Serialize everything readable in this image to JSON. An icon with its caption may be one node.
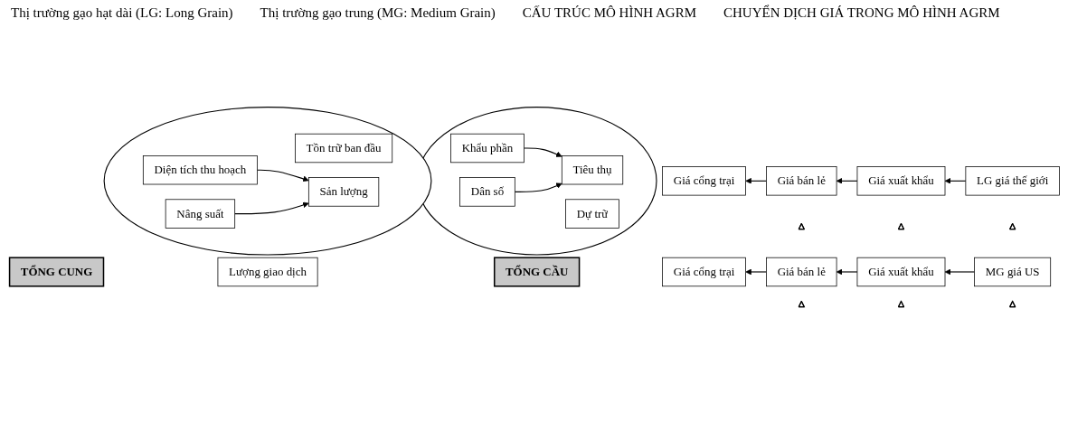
{
  "diagram": {
    "nodes": [
      {
        "text": [],
        "shape": "circle"
      },
      {
        "text": [
          "Tồn trữ ban đầu"
        ],
        "in": 0
      },
      {
        "text": [
          "Diện tích thu hoạch"
        ],
        "in": 0
      },
      {
        "text": [
          "Nâng suất"
        ],
        "in": 0
      },
      {
        "text": [
          "Sản lượng"
        ],
        "in": 0
      },
      {
        "text": [],
        "shape": "circle"
      },
      {
        "text": [
          "Khẩu phần"
        ],
        "in": 5
      },
      {
        "text": [
          "Tiêu thụ"
        ],
        "in": 5
      },
      {
        "text": [
          "Dự trữ"
        ],
        "in": 5
      },
      {
        "text": [
          "Dân số"
        ],
        "in": 5
      },
      {
        "text": [
          "Lượng giao dịch"
        ]
      },
      {
        "text": [
          "TỔNG CUNG"
        ]
      },
      {
        "text": [
          "TỔNG CẦU"
        ]
      },
      {
        "text": [
          "Giá cổng trại"
        ]
      },
      {
        "text": [
          "Giá bán lẻ"
        ]
      },
      {
        "text": [
          "Giá xuất khẩu"
        ]
      },
      {
        "text": [
          "LG giá thế giới"
        ]
      },
      {
        "text": [],
        "shape": "triangle"
      },
      {
        "text": [],
        "shape": "triangle"
      },
      {
        "text": [],
        "shape": "triangle"
      },
      {
        "text": [
          "Giá cổng trại"
        ]
      },
      {
        "text": [
          "Giá bán lẻ"
        ]
      },
      {
        "text": [
          "Giá xuất khẩu"
        ]
      },
      {
        "text": [
          "MG giá US"
        ]
      },
      {
        "text": [],
        "shape": "triangle"
      },
      {
        "text": [],
        "shape": "triangle"
      },
      {
        "text": [],
        "shape": "triangle"
      }
    ],
    "edges": [
      {
        "from": 2,
        "to": 4,
        "arrow": "to"
      },
      {
        "from": 3,
        "to": 4,
        "arrow": "to"
      },
      {
        "from": 6,
        "to": 7,
        "arrow": "to"
      },
      {
        "from": 9,
        "to": 7,
        "arrow": "to"
      },
      {
        "from": 16,
        "to": 15,
        "arrow": "to"
      },
      {
        "from": 15,
        "to": 14,
        "arrow": "to"
      },
      {
        "from": 14,
        "to": 13,
        "arrow": "to"
      },
      {
        "from": 23,
        "to": 22,
        "arrow": "to"
      },
      {
        "from": 22,
        "to": 21,
        "arrow": "to"
      },
      {
        "from": 21,
        "to": 20,
        "arrow": "to"
      }
    ],
    "labels": [
      "Thị trường gạo hạt dài (LG: Long Grain)",
      "Thị trường gạo trung (MG: Medium Grain)",
      "CẤU TRÚC MÔ HÌNH AGRM",
      "CHUYỂN DỊCH GIÁ TRONG MÔ HÌNH AGRM"
    ]
  }
}
